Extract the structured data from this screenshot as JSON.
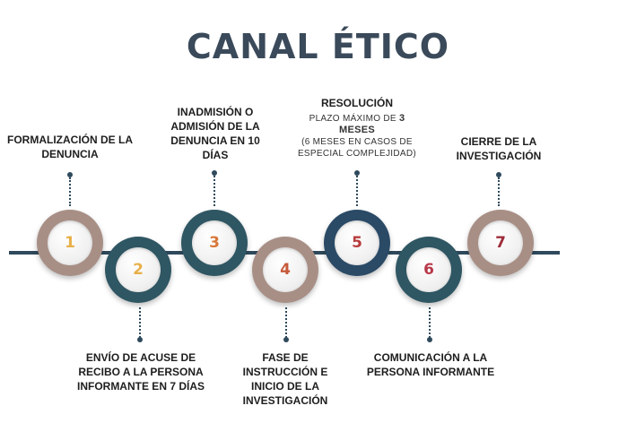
{
  "title": "CANAL ÉTICO",
  "colors": {
    "title": "#3a4a5a",
    "ring_taupe": "#a88f86",
    "ring_teal": "#2f5663",
    "ring_navy": "#2a4a66",
    "line": "#2f4a5c"
  },
  "steps": [
    {
      "number": "1",
      "number_color": "#e8b04a",
      "ring": "ring_taupe",
      "label": "FORMALIZACIÓN DE LA DENUNCIA"
    },
    {
      "number": "2",
      "number_color": "#e8b04a",
      "ring": "ring_teal",
      "label": "ENVÍO DE ACUSE DE RECIBO A LA PERSONA INFORMANTE EN 7 DÍAS"
    },
    {
      "number": "3",
      "number_color": "#d9773a",
      "ring": "ring_teal",
      "label": "INADMISIÓN O ADMISIÓN DE LA DENUNCIA EN 10 DÍAS"
    },
    {
      "number": "4",
      "number_color": "#c75a3a",
      "ring": "ring_taupe",
      "label": "FASE DE INSTRUCCIÓN E INICIO DE LA INVESTIGACIÓN"
    },
    {
      "number": "5",
      "number_color": "#b83c3c",
      "ring": "ring_navy",
      "label": "RESOLUCIÓN",
      "sub_prefix": "PLAZO MÁXIMO DE ",
      "sub_bold": "3 MESES",
      "sub_rest": "(6 MESES EN CASOS DE ESPECIAL COMPLEJIDAD)"
    },
    {
      "number": "6",
      "number_color": "#b8394a",
      "ring": "ring_teal",
      "label": "COMUNICACIÓN A LA PERSONA INFORMANTE"
    },
    {
      "number": "7",
      "number_color": "#9e2c3a",
      "ring": "ring_taupe",
      "label": "CIERRE DE LA INVESTIGACIÓN"
    }
  ]
}
